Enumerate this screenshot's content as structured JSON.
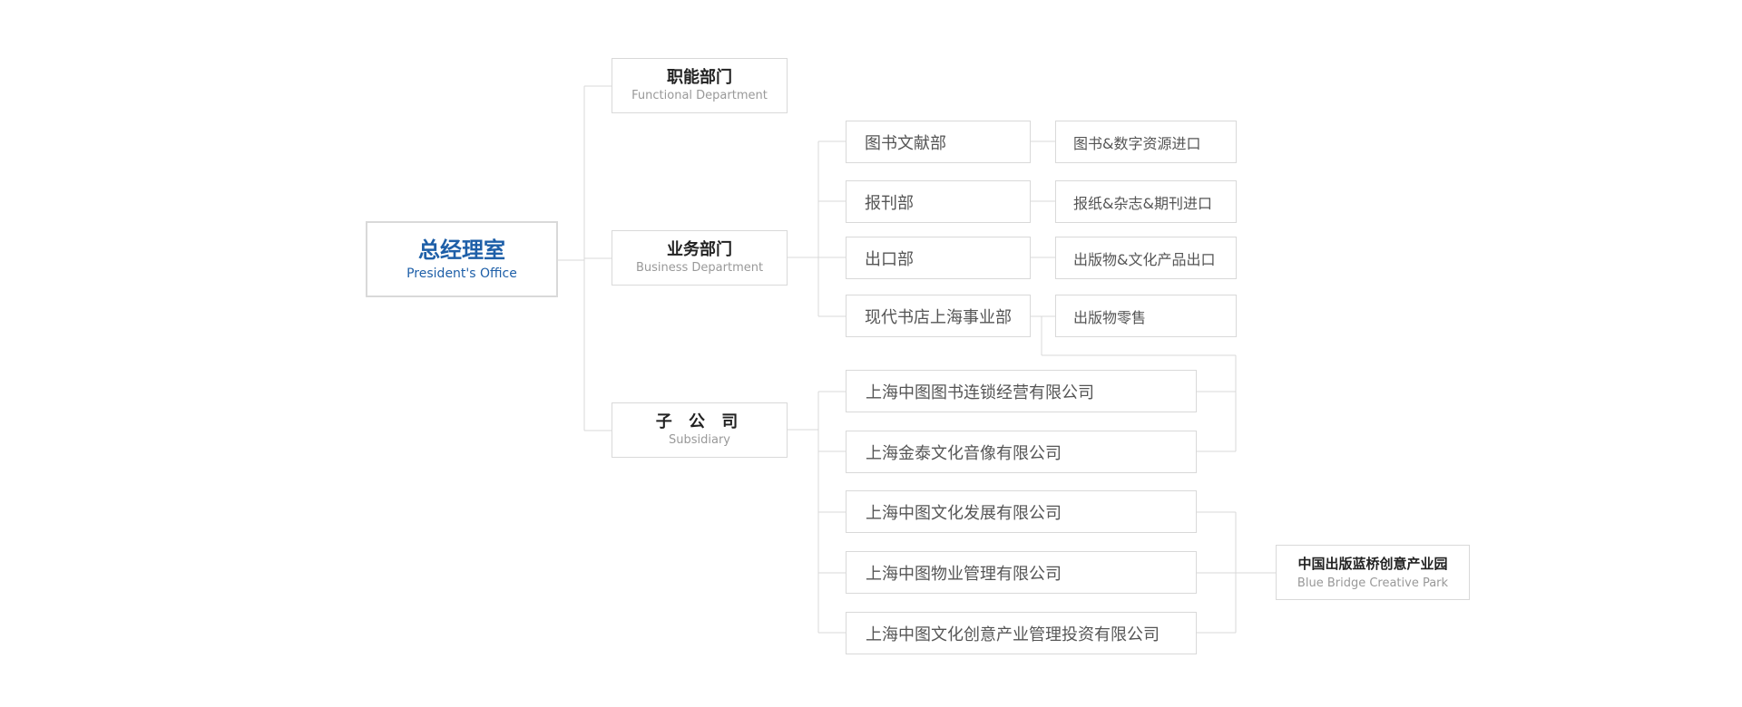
{
  "root": {
    "title_zh": "总经理室",
    "title_en": "President's Office"
  },
  "departments": [
    {
      "id": "functional",
      "title_zh": "职能部门",
      "title_en": "Functional Department"
    },
    {
      "id": "business",
      "title_zh": "业务部门",
      "title_en": "Business Department",
      "units": [
        {
          "name": "图书文献部",
          "function": "图书&数字资源进口"
        },
        {
          "name": "报刊部",
          "function": "报纸&杂志&期刊进口"
        },
        {
          "name": "出口部",
          "function": "出版物&文化产品出口"
        },
        {
          "name": "现代书店上海事业部",
          "function": "出版物零售"
        }
      ]
    },
    {
      "id": "subsidiary",
      "title_zh": "子 公 司",
      "title_en": "Subsidiary",
      "companies": [
        "上海中图图书连锁经营有限公司",
        "上海金泰文化音像有限公司",
        "上海中图文化发展有限公司",
        "上海中图物业管理有限公司",
        "上海中图文化创意产业管理投资有限公司"
      ]
    }
  ],
  "park": {
    "title_zh": "中国出版蓝桥创意产业园",
    "title_en": "Blue Bridge Creative Park"
  },
  "colors": {
    "accent": "#1e5fa8",
    "connector": "#d9d9d9",
    "border": "#d9d9d9",
    "text_dark": "#222222",
    "text_body": "#555555",
    "text_muted": "#999999"
  }
}
